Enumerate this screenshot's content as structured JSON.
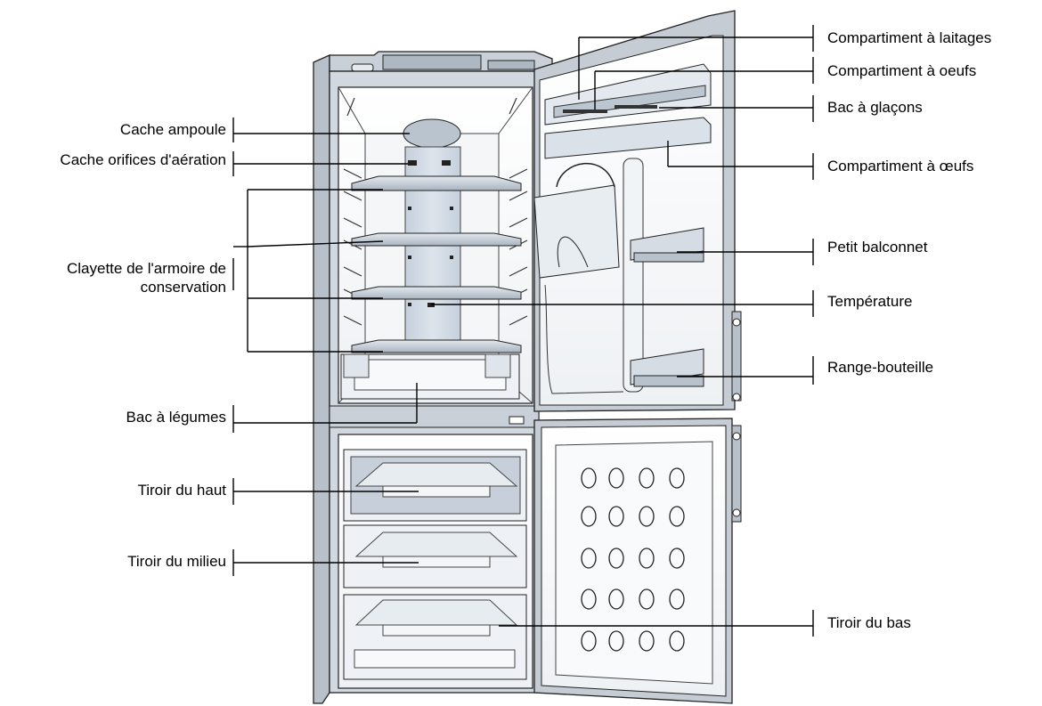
{
  "figure": {
    "subject": "refrigerator-freezer with doors open"
  },
  "labels_left": [
    {
      "key": "cache_ampoule",
      "text": "Cache ampoule"
    },
    {
      "key": "cache_orifices",
      "text": "Cache orifices d'aération"
    },
    {
      "key": "clayette",
      "text": "Clayette de l'armoire de conservation"
    },
    {
      "key": "bac_legumes",
      "text": "Bac à légumes"
    },
    {
      "key": "tiroir_haut",
      "text": "Tiroir du haut"
    },
    {
      "key": "tiroir_milieu",
      "text": "Tiroir du milieu"
    }
  ],
  "labels_right": [
    {
      "key": "compartiment_laitages",
      "text": "Compartiment à laitages"
    },
    {
      "key": "compartiment_oeufs_1",
      "text": "Compartiment à oeufs"
    },
    {
      "key": "bac_glacons",
      "text": "Bac à glaçons"
    },
    {
      "key": "compartiment_oeufs_2",
      "text": "Compartiment à œufs"
    },
    {
      "key": "petit_balconnet",
      "text": "Petit balconnet"
    },
    {
      "key": "temperature",
      "text": "Température"
    },
    {
      "key": "range_bouteille",
      "text": "Range-bouteille"
    },
    {
      "key": "tiroir_bas",
      "text": "Tiroir du bas"
    }
  ]
}
